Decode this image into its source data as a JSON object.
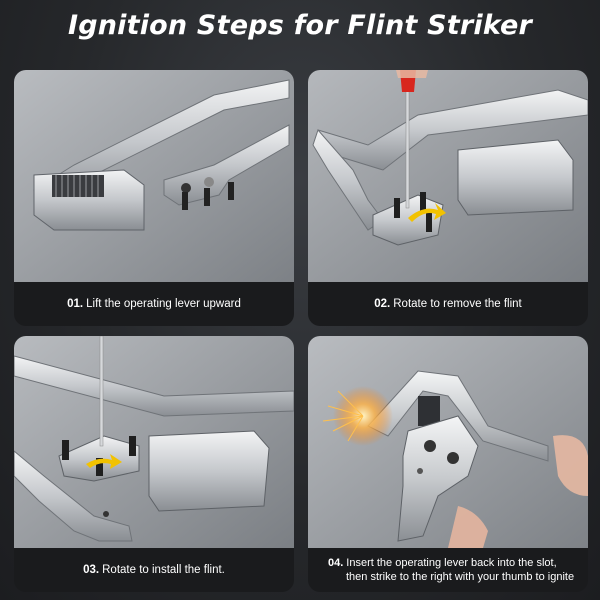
{
  "title": "Ignition Steps for Flint Striker",
  "steps": [
    {
      "num": "01.",
      "text": "Lift the operating lever upward"
    },
    {
      "num": "02.",
      "text": "Rotate to remove the flint"
    },
    {
      "num": "03.",
      "text": "Rotate to install the flint."
    },
    {
      "num": "04.",
      "text_line1": "Insert the operating lever back into the slot,",
      "text_line2": "then strike to the right with your thumb to ignite"
    }
  ],
  "colors": {
    "background": "#26282b",
    "card_photo_bg": "#8f9398",
    "arrow_yellow": "#f2c200",
    "screwdriver_red": "#d8261e",
    "caption_text": "#ffffff"
  }
}
